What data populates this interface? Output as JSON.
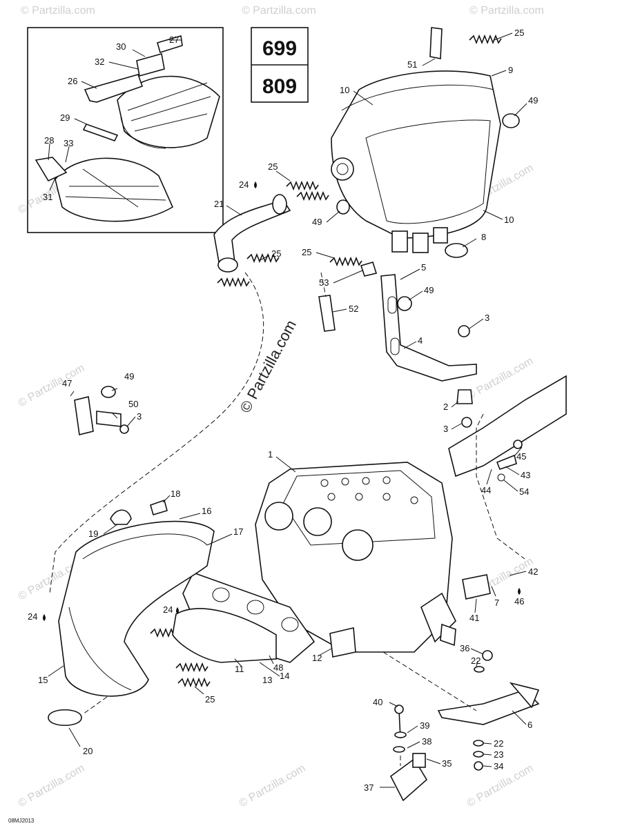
{
  "model_codes": [
    "699",
    "809"
  ],
  "watermark": {
    "center": "© Partzilla.com",
    "repeat": "© Partzilla.com"
  },
  "footer_code": "08MJ2013",
  "callouts": {
    "c1": "1",
    "c2": "2",
    "c3a": "3",
    "c3b": "3",
    "c3c": "3",
    "c4": "4",
    "c5": "5",
    "c6": "6",
    "c7": "7",
    "c8": "8",
    "c9": "9",
    "c10a": "10",
    "c10b": "10",
    "c11": "11",
    "c12": "12",
    "c13": "13",
    "c14": "14",
    "c15": "15",
    "c16": "16",
    "c17": "17",
    "c18": "18",
    "c19": "19",
    "c20": "20",
    "c21": "21",
    "c22a": "22",
    "c22b": "22",
    "c23": "23",
    "c24a": "24",
    "c24b": "24",
    "c24c": "24",
    "c25a": "25",
    "c25b": "25",
    "c25c": "25",
    "c25d": "25",
    "c25e": "25",
    "c26": "26",
    "c27": "27",
    "c28": "28",
    "c29": "29",
    "c30": "30",
    "c31": "31",
    "c32": "32",
    "c33": "33",
    "c34": "34",
    "c35": "35",
    "c36": "36",
    "c37": "37",
    "c38": "38",
    "c39": "39",
    "c40": "40",
    "c41": "41",
    "c42": "42",
    "c43": "43",
    "c44": "44",
    "c45": "45",
    "c46": "46",
    "c47": "47",
    "c48": "48",
    "c49a": "49",
    "c49b": "49",
    "c49c": "49",
    "c49d": "49",
    "c50": "50",
    "c51": "51",
    "c52": "52",
    "c53": "53",
    "c54": "54"
  }
}
